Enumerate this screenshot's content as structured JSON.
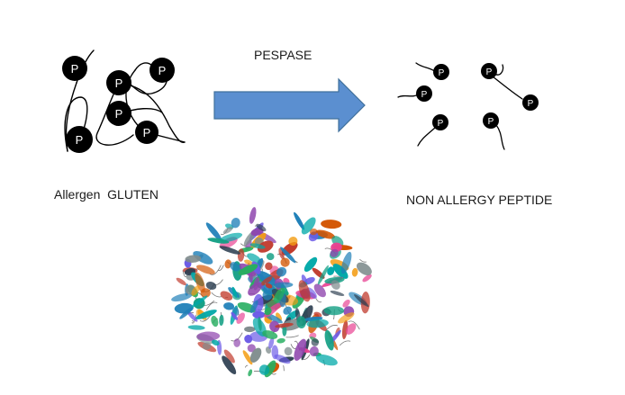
{
  "enzyme_label": "PESPASE",
  "allergen_label": "Allergen  GLUTEN",
  "product_label": "NON ALLERGY PEPTIDE",
  "node_letter": "P",
  "colors": {
    "arrow_fill": "#5b8fd0",
    "arrow_stroke": "#41719c",
    "node_fill": "#000000",
    "node_text": "#ffffff",
    "line": "#000000"
  },
  "icons": {
    "protein_structure": "ribbon-protein-cluster"
  }
}
